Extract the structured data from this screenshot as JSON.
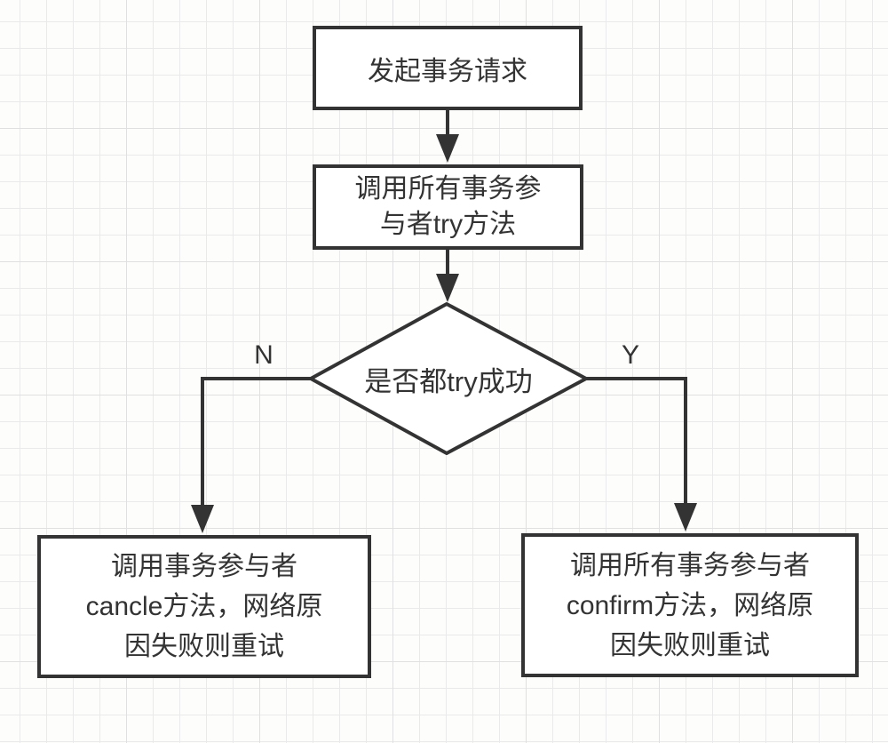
{
  "diagram": {
    "title": "TCC transaction flowchart",
    "nodes": {
      "start": {
        "label": "发起事务请求"
      },
      "try_all": {
        "label": "调用所有事务参\n与者try方法"
      },
      "decision": {
        "label": "是否都try成功"
      },
      "cancel": {
        "label": "调用事务参与者\ncancle方法，网络原\n因失败则重试"
      },
      "confirm": {
        "label": "调用所有事务参与者\nconfirm方法，网络原\n因失败则重试"
      }
    },
    "edge_labels": {
      "no": "N",
      "yes": "Y"
    },
    "colors": {
      "stroke": "#333333",
      "text": "#333333",
      "node_fill": "#ffffff",
      "background": "#fdfdfc",
      "grid_minor": "#eaeaea",
      "grid_major": "#e0e0e0"
    }
  }
}
